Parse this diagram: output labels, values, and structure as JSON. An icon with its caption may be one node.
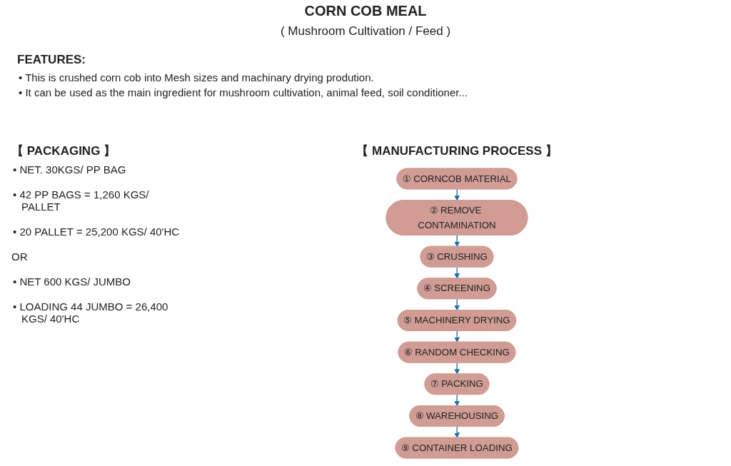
{
  "diagram": {
    "title": "CORN COB MEAL",
    "nodes": [
      {
        "text": [
          "① CORNCOB MATERIAL"
        ]
      },
      {
        "text": [
          "② REMOVE CONTAMINATION"
        ]
      },
      {
        "text": [
          "③ CRUSHING"
        ]
      },
      {
        "text": [
          "④ SCREENING"
        ]
      },
      {
        "text": [
          "⑤ MACHINERY DRYING"
        ]
      },
      {
        "text": [
          "⑥ RANDOM CHECKING"
        ]
      },
      {
        "text": [
          "⑦ PACKING"
        ]
      },
      {
        "text": [
          "⑧ WAREHOUSING"
        ]
      },
      {
        "text": [
          "⑨ CONTAINER LOADING"
        ]
      }
    ],
    "edges": [
      {
        "from": 0,
        "to": 1,
        "arrow": "to"
      },
      {
        "from": 1,
        "to": 2,
        "arrow": "to"
      },
      {
        "from": 2,
        "to": 3,
        "arrow": "to"
      },
      {
        "from": 3,
        "to": 4,
        "arrow": "to"
      },
      {
        "from": 4,
        "to": 5,
        "arrow": "to"
      },
      {
        "from": 5,
        "to": 6,
        "arrow": "to"
      },
      {
        "from": 6,
        "to": 7,
        "arrow": "to"
      },
      {
        "from": 7,
        "to": 8,
        "arrow": "to"
      }
    ],
    "labels": [
      "( Mushroom Cultivation / Feed )",
      "FEATURES:",
      "• This is crushed corn cob into Mesh sizes and machinary drying prodution.",
      "• It can be used as the main ingredient for mushroom cultivation, animal feed, soil conditioner...",
      "【 PACKAGING 】",
      "• NET. 30KGS/ PP BAG",
      "• 42 PP BAGS = 1,260 KGS/ PALLET",
      "• 20 PALLET = 25,200 KGS/ 40'HC",
      "OR",
      "• NET 600 KGS/ JUMBO",
      "• LOADING 44 JUMBO = 26,400 KGS/ 40'HC",
      "【 MANUFACTURING PROCESS 】"
    ]
  }
}
